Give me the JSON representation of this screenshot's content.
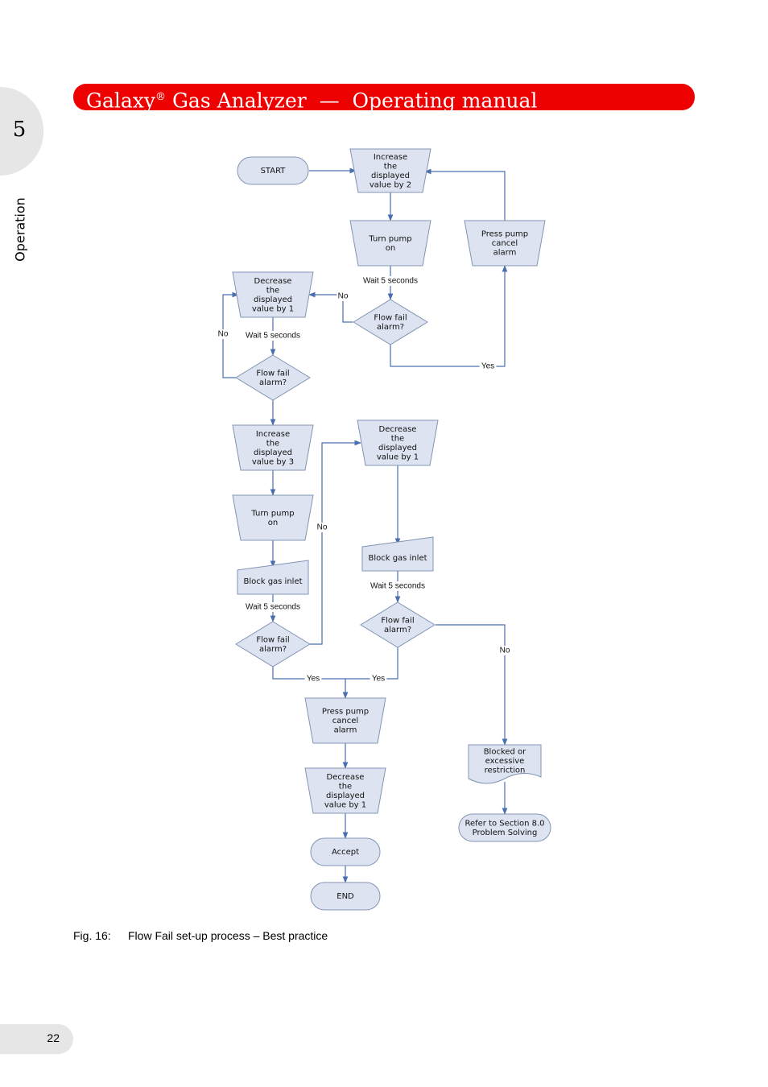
{
  "header": {
    "title": "Galaxy",
    "title_mark": "®",
    "title_rest": " Gas Analyzer  —  Operating manual",
    "bar_color": "#ee0000"
  },
  "chapter": {
    "number": "5",
    "section": "Operation"
  },
  "figure": {
    "label": "Fig. 16:",
    "caption": "Flow Fail set-up process – Best practice"
  },
  "page_number": "22",
  "diagram": {
    "colors": {
      "line": "#4a6fb0",
      "fill": "#dde3f1",
      "stroke": "#8294b4"
    },
    "nodes": {
      "start": [
        "START"
      ],
      "inc2": [
        "Increase",
        "the",
        "displayed",
        "value by 2"
      ],
      "pump_on_1": [
        "Turn pump",
        "on"
      ],
      "press_cancel_1": [
        "Press pump",
        "cancel",
        "alarm"
      ],
      "flowfail_1": [
        "Flow fail",
        "alarm?"
      ],
      "dec1_a": [
        "Decrease",
        "the",
        "displayed",
        "value by 1"
      ],
      "flowfail_2": [
        "Flow fail",
        "alarm?"
      ],
      "inc3": [
        "Increase",
        "the",
        "displayed",
        "value by 3"
      ],
      "pump_on_2": [
        "Turn pump",
        "on"
      ],
      "block_gas_1": [
        "Block gas inlet"
      ],
      "flowfail_3": [
        "Flow fail",
        "alarm?"
      ],
      "dec1_b": [
        "Decrease",
        "the",
        "displayed",
        "value by 1"
      ],
      "block_gas_2": [
        "Block gas inlet"
      ],
      "flowfail_4": [
        "Flow fail",
        "alarm?"
      ],
      "press_cancel_2": [
        "Press pump",
        "cancel",
        "alarm"
      ],
      "dec1_c": [
        "Decrease",
        "the",
        "displayed",
        "value by 1"
      ],
      "accept": [
        "Accept"
      ],
      "end": [
        "END"
      ],
      "blocked": [
        "Blocked or",
        "excessive",
        "restriction"
      ],
      "refer": [
        "Refer to Section 8.0",
        "Problem Solving"
      ]
    },
    "labels": {
      "wait5_1": "Wait 5 seconds",
      "wait5_2": "Wait 5 seconds",
      "wait5_3": "Wait 5 seconds",
      "wait5_4": "Wait 5 seconds",
      "no_1": "No",
      "no_2": "No",
      "no_3": "No",
      "no_4": "No",
      "yes_1": "Yes",
      "yes_2": "Yes",
      "yes_3": "Yes"
    }
  }
}
